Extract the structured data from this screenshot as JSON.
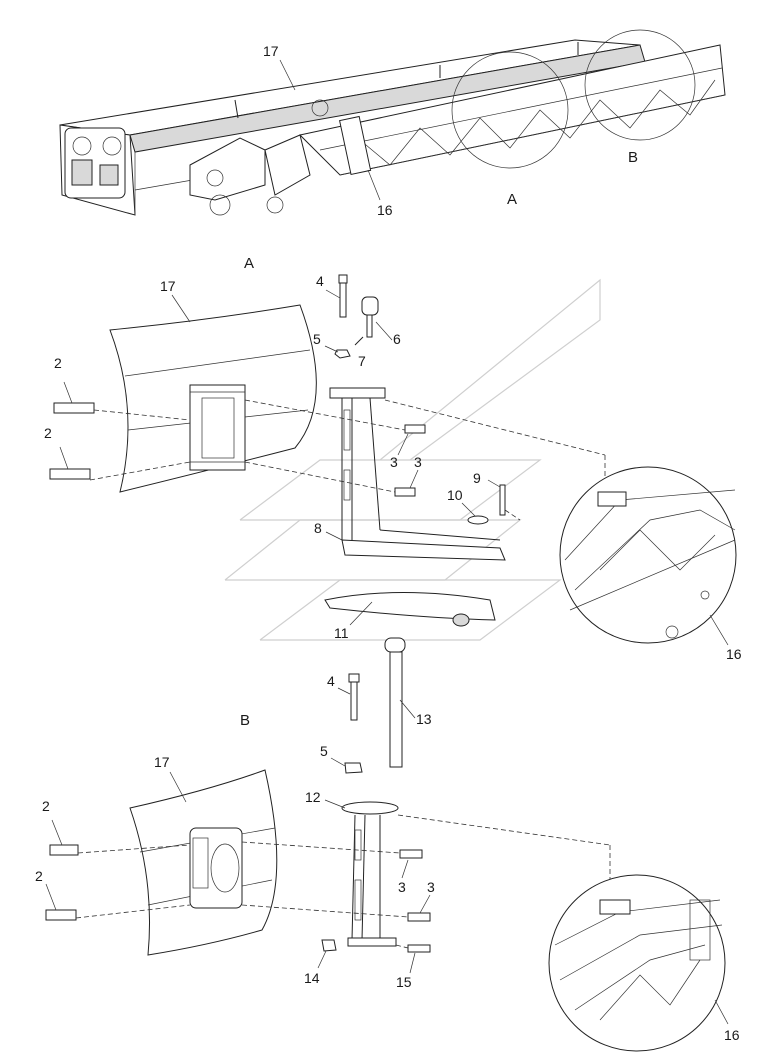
{
  "section_labels": {
    "a_overview": "A",
    "b_overview": "B",
    "a_detail": "A",
    "b_detail": "B"
  },
  "callouts": {
    "c17_top": "17",
    "c16_top": "16",
    "a17": "17",
    "a2_1": "2",
    "a2_2": "2",
    "a4": "4",
    "a5": "5",
    "a6": "6",
    "a7": "7",
    "a3_1": "3",
    "a3_2": "3",
    "a8": "8",
    "a9": "9",
    "a10": "10",
    "a11": "11",
    "a16": "16",
    "b4": "4",
    "b13": "13",
    "b5": "5",
    "b12": "12",
    "b17": "17",
    "b2_1": "2",
    "b2_2": "2",
    "b3_1": "3",
    "b3_2": "3",
    "b14": "14",
    "b15": "15",
    "b16": "16"
  }
}
